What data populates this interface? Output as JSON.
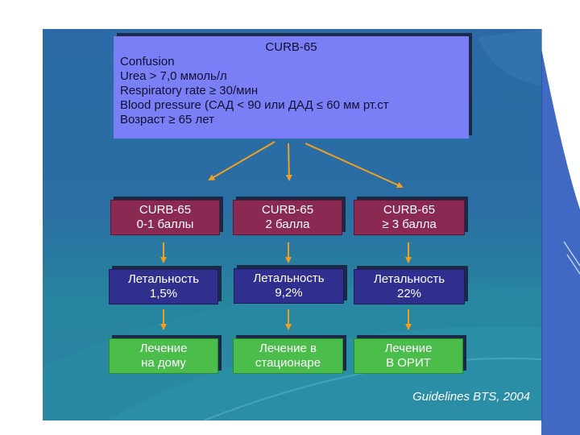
{
  "criteria": {
    "title": "CURB-65",
    "lines": [
      "Confusion",
      "Urea > 7,0 ммоль/л",
      "Respiratory rate ≥ 30/мин",
      "Blood pressure (САД < 90 или ДАД ≤ 60 мм рт.ст",
      "Возраст ≥ 65 лет"
    ]
  },
  "groups": [
    {
      "line1": "CURB-65",
      "line2": "0-1 баллы"
    },
    {
      "line1": "CURB-65",
      "line2": "2 балла"
    },
    {
      "line1": "CURB-65",
      "line2": "≥ 3 балла"
    }
  ],
  "mortality": [
    {
      "line1": "Летальность",
      "line2": "1,5%"
    },
    {
      "line1": "Летальность",
      "line2": "9,2%"
    },
    {
      "line1": "Летальность",
      "line2": "22%"
    }
  ],
  "treatment": [
    {
      "line1": "Лечение",
      "line2": "на дому"
    },
    {
      "line1": "Лечение в",
      "line2": "стационаре"
    },
    {
      "line1": "Лечение",
      "line2": "В ОРИТ"
    }
  ],
  "citation": "Guidelines BTS, 2004",
  "colors": {
    "criteria_box": "#7b7ff5",
    "group_box": "#8a2a52",
    "mortality_box": "#312f8e",
    "treatment_box": "#4bbd4b",
    "arrow": "#f0a020",
    "background": "#2b6aa6"
  }
}
